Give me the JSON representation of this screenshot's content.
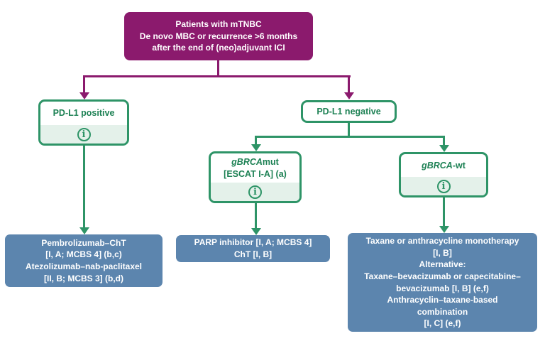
{
  "palette": {
    "purple": "#8B1A6D",
    "green_line": "#2E9467",
    "green_text": "#1D8154",
    "green_fill_light": "#E4F1EA",
    "blue": "#5C85AE",
    "white": "#FFFFFF"
  },
  "root": {
    "text": "Patients with mTNBC\nDe novo MBC or recurrence >6 months\nafter the end of (neo)adjuvant ICI"
  },
  "nodes": {
    "pdl1_positive": {
      "label": "PD-L1 positive",
      "info_icon": "i"
    },
    "pdl1_negative": {
      "label": "PD-L1 negative"
    },
    "gbrca_mut": {
      "gene": "gBRCA",
      "suffix": "mut",
      "line2": "[ESCAT I-A] (a)",
      "info_icon": "i"
    },
    "gbrca_wt": {
      "gene": "gBRCA",
      "suffix": "-wt",
      "info_icon": "i"
    }
  },
  "outcomes": {
    "pdl1_positive": {
      "text": "Pembrolizumab–ChT\n[I, A; MCBS 4] (b,c)\nAtezolizumab–nab-paclitaxel\n[II, B; MCBS 3] (b,d)"
    },
    "gbrca_mut": {
      "text": "PARP inhibitor [I, A; MCBS 4]\nChT [I, B]"
    },
    "gbrca_wt": {
      "text": "Taxane or anthracycline monotherapy\n[I, B]\nAlternative:\nTaxane–bevacizumab or capecitabine–\nbevacizumab [I, B] (e,f)\nAnthracyclin–taxane-based\ncombination\n[I, C] (e,f)"
    }
  }
}
